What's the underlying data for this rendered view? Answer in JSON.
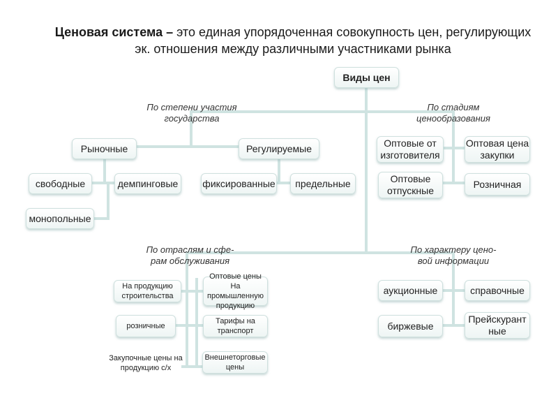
{
  "title": {
    "term": "Ценовая система –",
    "rest": " это единая упорядоченная совокупность цен, регулирующих эк. отношения между различными участниками рынка"
  },
  "root": "Виды цен",
  "categories": {
    "state": [
      "По степени участия",
      "государства"
    ],
    "stages": [
      "По стадиям",
      "ценообразования"
    ],
    "industries": [
      "По отраслям и сфе-",
      "рам обслуживания"
    ],
    "info": [
      "По характеру цено-",
      "вой информации"
    ]
  },
  "state": {
    "market": "Рыночные",
    "regulated": "Регулируемые",
    "free": "свободные",
    "dumping": "демпинговые",
    "monopoly": "монопольные",
    "fixed": "фиксированные",
    "limit": "предельные"
  },
  "stages": {
    "wholesale_maker": "Оптовые от изготовителя",
    "wholesale_purchase": "Оптовая цена закупки",
    "wholesale_release": "Оптовые отпускные",
    "retail": "Розничная"
  },
  "industries": {
    "construction": "На продукцию строительства",
    "wholesale_industry": "Оптовые цены На промышленную продукцию",
    "retail": "розничные",
    "transport": "Тарифы на транспорт",
    "agri": "Закупочные цены на продукцию с/х",
    "foreign": "Внешнеторговые цены"
  },
  "info": {
    "auction": "аукционные",
    "reference": "справочные",
    "exchange": "биржевые",
    "pricelist": "Прейскурант ные"
  },
  "colors": {
    "line": "#cfe3e1",
    "box_border": "#cfe0de"
  }
}
